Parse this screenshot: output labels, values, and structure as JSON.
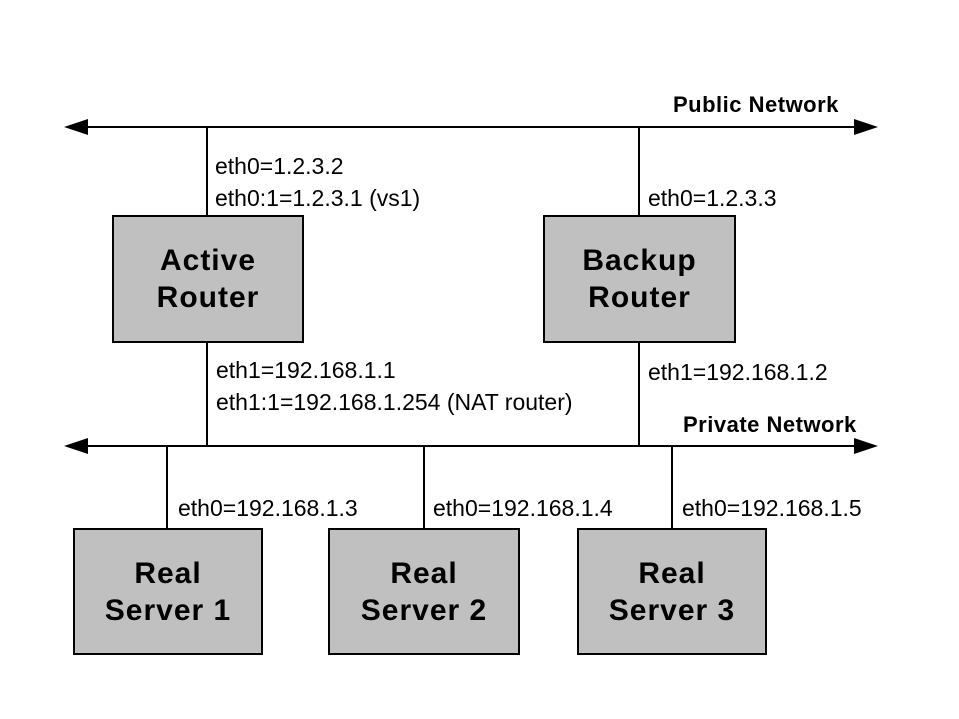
{
  "colors": {
    "background": "#ffffff",
    "box_fill": "#c0c0c0",
    "box_border": "#000000",
    "line_color": "#000000",
    "text_color": "#000000"
  },
  "public_network": {
    "label": "Public Network"
  },
  "private_network": {
    "label": "Private Network"
  },
  "routers": {
    "active": {
      "name_line1": "Active",
      "name_line2": "Router",
      "eth0": "eth0=1.2.3.2",
      "eth0_alias": "eth0:1=1.2.3.1 (vs1)",
      "eth1": "eth1=192.168.1.1",
      "eth1_alias": "eth1:1=192.168.1.254 (NAT router)"
    },
    "backup": {
      "name_line1": "Backup",
      "name_line2": "Router",
      "eth0": "eth0=1.2.3.3",
      "eth1": "eth1=192.168.1.2"
    }
  },
  "servers": [
    {
      "name_line1": "Real",
      "name_line2": "Server 1",
      "eth0": "eth0=192.168.1.3"
    },
    {
      "name_line1": "Real",
      "name_line2": "Server 2",
      "eth0": "eth0=192.168.1.4"
    },
    {
      "name_line1": "Real",
      "name_line2": "Server 3",
      "eth0": "eth0=192.168.1.5"
    }
  ]
}
